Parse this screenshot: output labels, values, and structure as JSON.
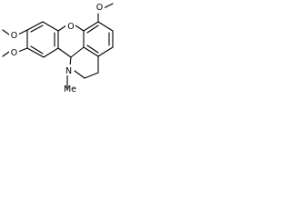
{
  "molecule": {
    "atoms": {
      "methoxy_top_right": "O",
      "methoxy_upper_left": "O",
      "methoxy_lower_left": "O",
      "ring_oxygen": "O",
      "nitrogen": "N",
      "n_methyl": "Me"
    }
  }
}
